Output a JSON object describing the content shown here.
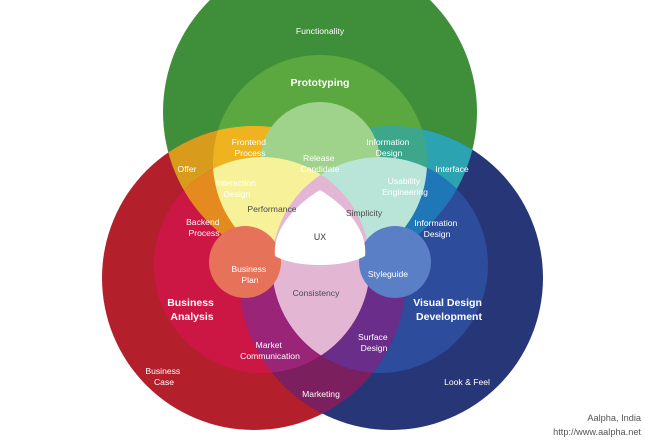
{
  "diagram": {
    "outer_circles": {
      "top": "Functionality",
      "left": "Business Case",
      "right": "Look & Feel"
    },
    "inner_circles": {
      "top": "Prototyping",
      "left": "Business Analysis",
      "right": "Visual Design Development"
    },
    "outer_intersections": {
      "top_left": "Offer",
      "top_right": "Interface",
      "bottom": "Marketing"
    },
    "regions": {
      "frontend_process": "Frontend Process",
      "information_design_top": "Information Design",
      "release_candidate": "Release Candidate",
      "interaction_design": "Interaction Design",
      "usability_engineering": "Usability Engineering",
      "backend_process": "Backend Process",
      "information_design_right": "Information Design",
      "performance": "Performance",
      "simplicity": "Simplicity",
      "business_plan": "Business Plan",
      "styleguide": "Styleguide",
      "consistency": "Consistency",
      "market_communication": "Market Communication",
      "surface_design": "Surface Design"
    },
    "center": "UX",
    "colors": {
      "green_outer": "#3f8f3a",
      "green_inner": "#5aa83f",
      "red_outer": "#b41f2c",
      "crimson_inner": "#cc1744",
      "navy_outer": "#273677",
      "blue_inner": "#2d4c9b",
      "center": "#ffffff"
    }
  },
  "credit": {
    "line1": "Aalpha, India",
    "line2": "http://www.aalpha.net"
  }
}
